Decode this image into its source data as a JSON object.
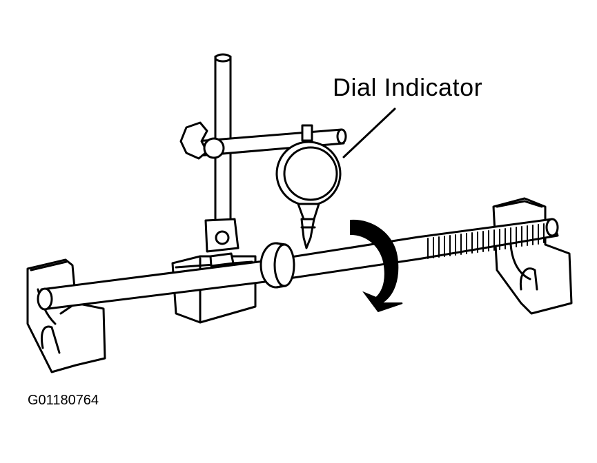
{
  "figure": {
    "callout_label": "Dial Indicator",
    "figure_id": "G01180764"
  },
  "icons": {
    "shaft": "shaft-runout-check-illustration",
    "rotation": "rotation-arrow-icon"
  },
  "colors": {
    "ink": "#000000",
    "paper": "#ffffff"
  }
}
